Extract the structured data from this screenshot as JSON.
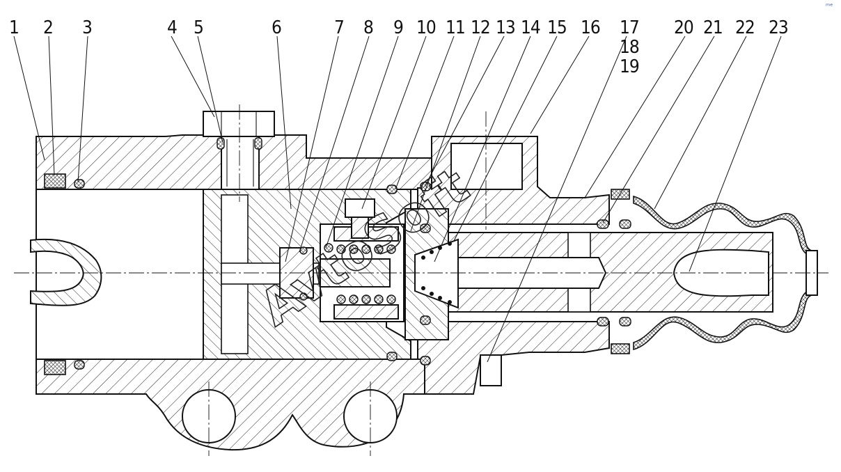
{
  "diagram": {
    "part_numbers": [
      "1",
      "2",
      "3",
      "4",
      "5",
      "6",
      "7",
      "8",
      "9",
      "10",
      "11",
      "12",
      "13",
      "14",
      "15",
      "16",
      "17",
      "18",
      "19",
      "20",
      "21",
      "22",
      "23"
    ],
    "watermark": "AvtoSoft",
    "corner_mark": "ᵐᵉ"
  }
}
